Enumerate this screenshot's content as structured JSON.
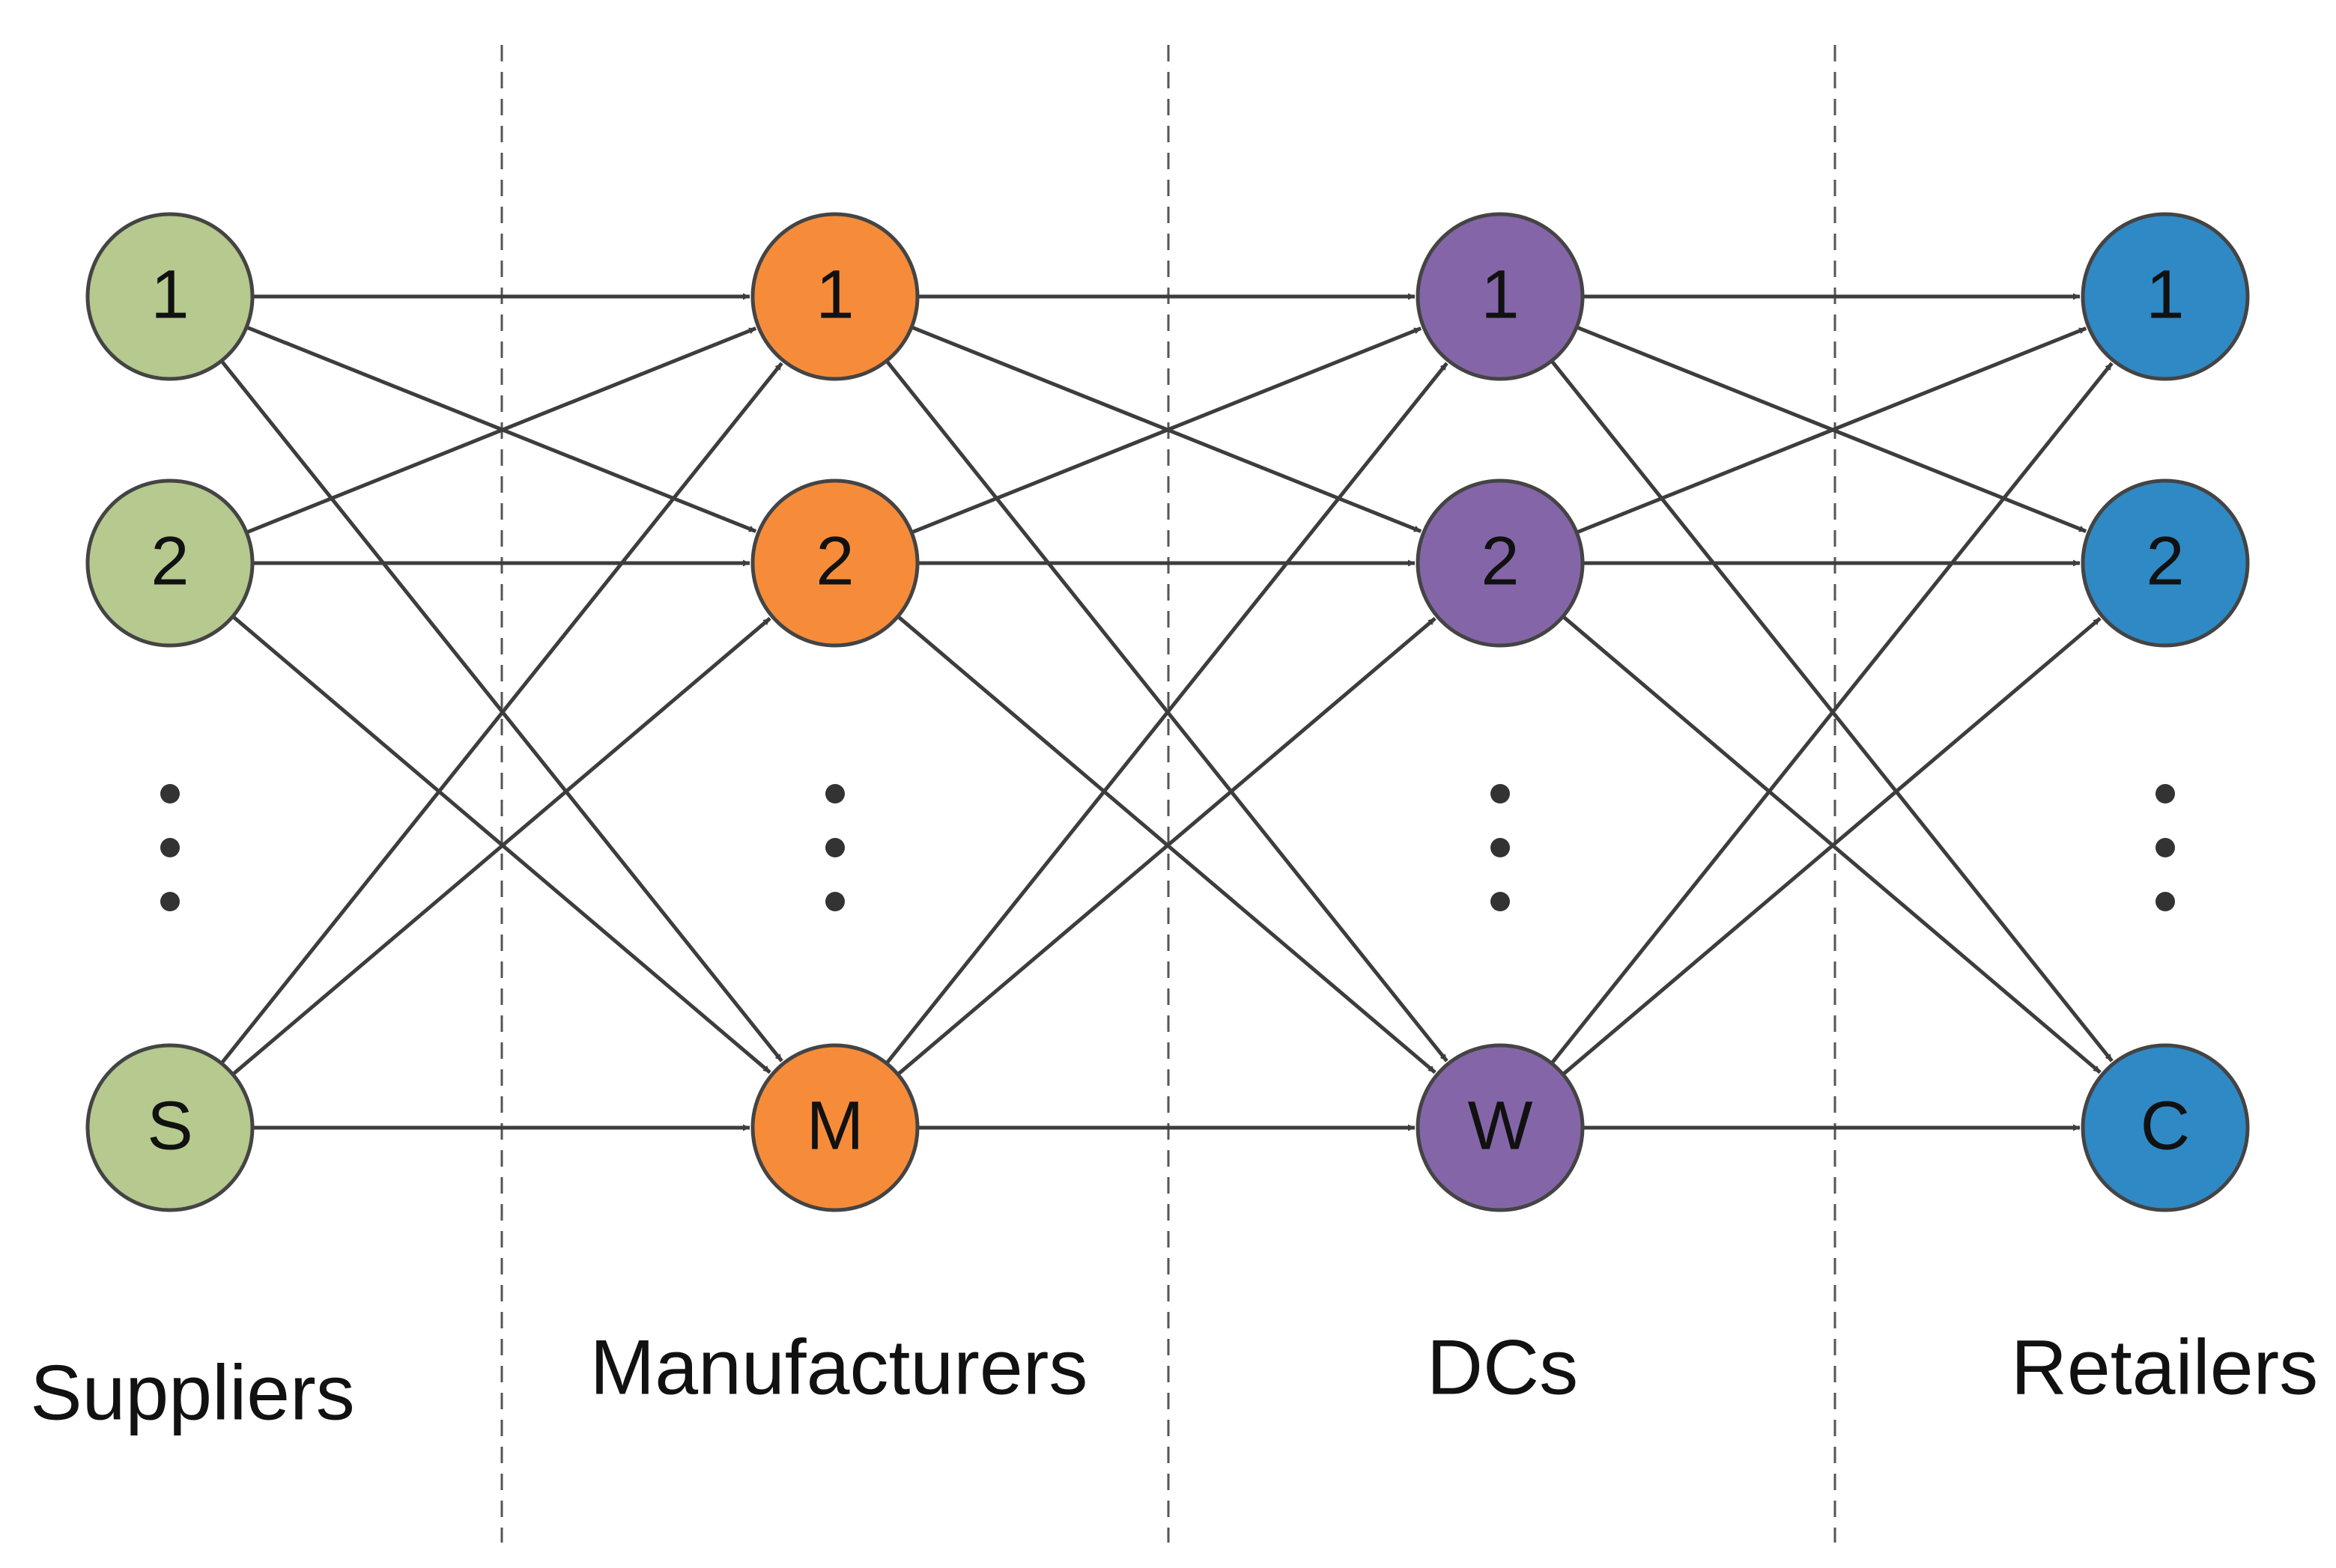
{
  "tiers": [
    {
      "name": "Suppliers",
      "color": "#b6c98e",
      "nodes": [
        "1",
        "2",
        "S"
      ]
    },
    {
      "name": "Manufacturers",
      "color": "#f68c3a",
      "nodes": [
        "1",
        "2",
        "M"
      ]
    },
    {
      "name": "DCs",
      "color": "#8466a8",
      "nodes": [
        "1",
        "2",
        "W"
      ]
    },
    {
      "name": "Retailers",
      "color": "#2f89c5",
      "nodes": [
        "1",
        "2",
        "C"
      ]
    }
  ],
  "edge_color": "#3d3d3d",
  "ellipsis_glyph": "⋮",
  "connectivity": "complete bipartite between adjacent tiers"
}
